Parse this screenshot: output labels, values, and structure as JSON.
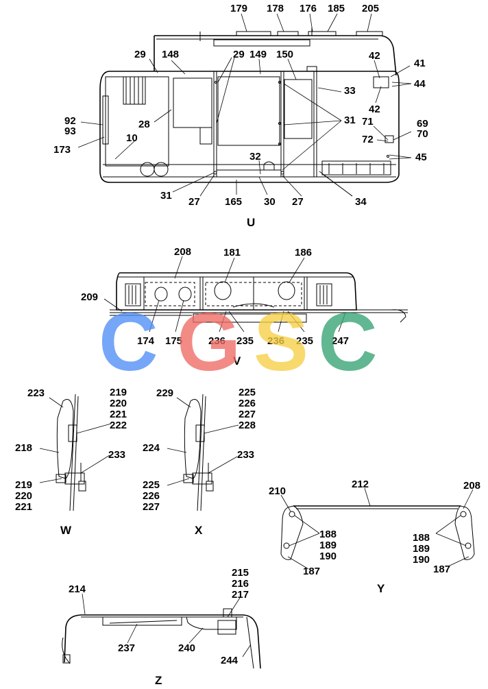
{
  "views": {
    "U": {
      "name": "U",
      "labels": [
        "179",
        "178",
        "176",
        "185",
        "205",
        "29",
        "148",
        "29",
        "149",
        "150",
        "42",
        "41",
        "44",
        "33",
        "42",
        "92",
        "93",
        "173",
        "28",
        "10",
        "31",
        "69",
        "71",
        "70",
        "72",
        "45",
        "32",
        "31",
        "27",
        "165",
        "30",
        "27",
        "34"
      ]
    },
    "V": {
      "name": "V",
      "labels": [
        "208",
        "181",
        "186",
        "209",
        "174",
        "175",
        "236",
        "235",
        "236",
        "235",
        "247"
      ]
    },
    "W": {
      "name": "W",
      "labels": [
        "223",
        "219",
        "220",
        "221",
        "222",
        "218",
        "233",
        "219",
        "220",
        "221"
      ]
    },
    "X": {
      "name": "X",
      "labels": [
        "229",
        "225",
        "226",
        "227",
        "228",
        "224",
        "233",
        "225",
        "226",
        "227"
      ]
    },
    "Y": {
      "name": "Y",
      "labels": [
        "210",
        "212",
        "208",
        "188",
        "189",
        "190",
        "187",
        "188",
        "189",
        "190",
        "187"
      ]
    },
    "Z": {
      "name": "Z",
      "labels": [
        "214",
        "215",
        "216",
        "217",
        "237",
        "240",
        "244"
      ]
    }
  },
  "watermark": {
    "letters": [
      "C",
      "G",
      "S",
      "C"
    ],
    "colors": [
      "#4f8ef7",
      "#ef6b63",
      "#f7cf45",
      "#35a473"
    ]
  }
}
